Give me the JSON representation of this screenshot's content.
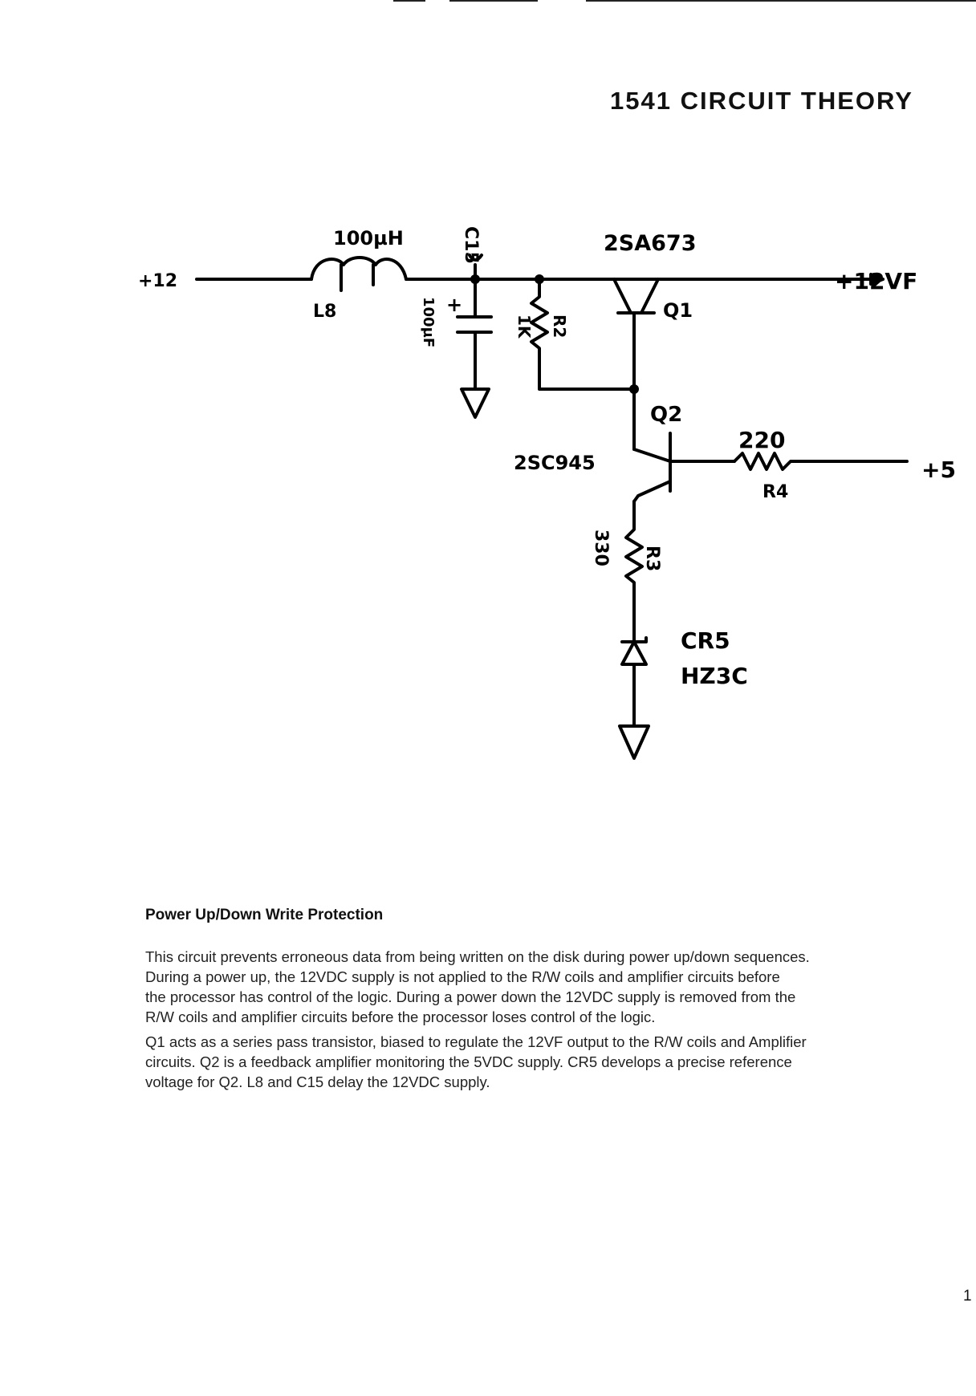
{
  "header": {
    "title": "1541 CIRCUIT THEORY"
  },
  "schematic": {
    "input_label": "+12",
    "inductor_value": "100µH",
    "inductor_ref": "L8",
    "cap_ref": "C15",
    "cap_value": "100µF",
    "r2_value": "1K",
    "r2_ref": "R2",
    "q1_part": "2SA673",
    "q1_ref": "Q1",
    "output_label": "+12VF",
    "q2_ref": "Q2",
    "q2_part": "2SC945",
    "r4_value": "220",
    "r4_ref": "R4",
    "supply5_label": "+5",
    "r3_value": "330",
    "r3_ref": "R3",
    "cr5_ref": "CR5",
    "cr5_part": "HZ3C"
  },
  "section": {
    "heading": "Power Up/Down Write Protection",
    "paragraph1": [
      "This circuit prevents erroneous data from being written on the disk during power up/down sequences.",
      "During a power up, the 12VDC supply is not applied to the R/W coils and amplifier circuits before",
      "the processor has control of the logic. During a power down the 12VDC supply is removed from the",
      "R/W coils and amplifier circuits before the processor loses control of the logic."
    ],
    "paragraph2": [
      "Q1 acts as a series pass transistor, biased to regulate the 12VF output to the R/W coils and Amplifier",
      "circuits. Q2 is a feedback amplifier monitoring the 5VDC supply. CR5 develops a precise reference",
      "voltage for Q2. L8 and C15 delay the 12VDC supply."
    ]
  },
  "footer": {
    "page_number": "1"
  }
}
